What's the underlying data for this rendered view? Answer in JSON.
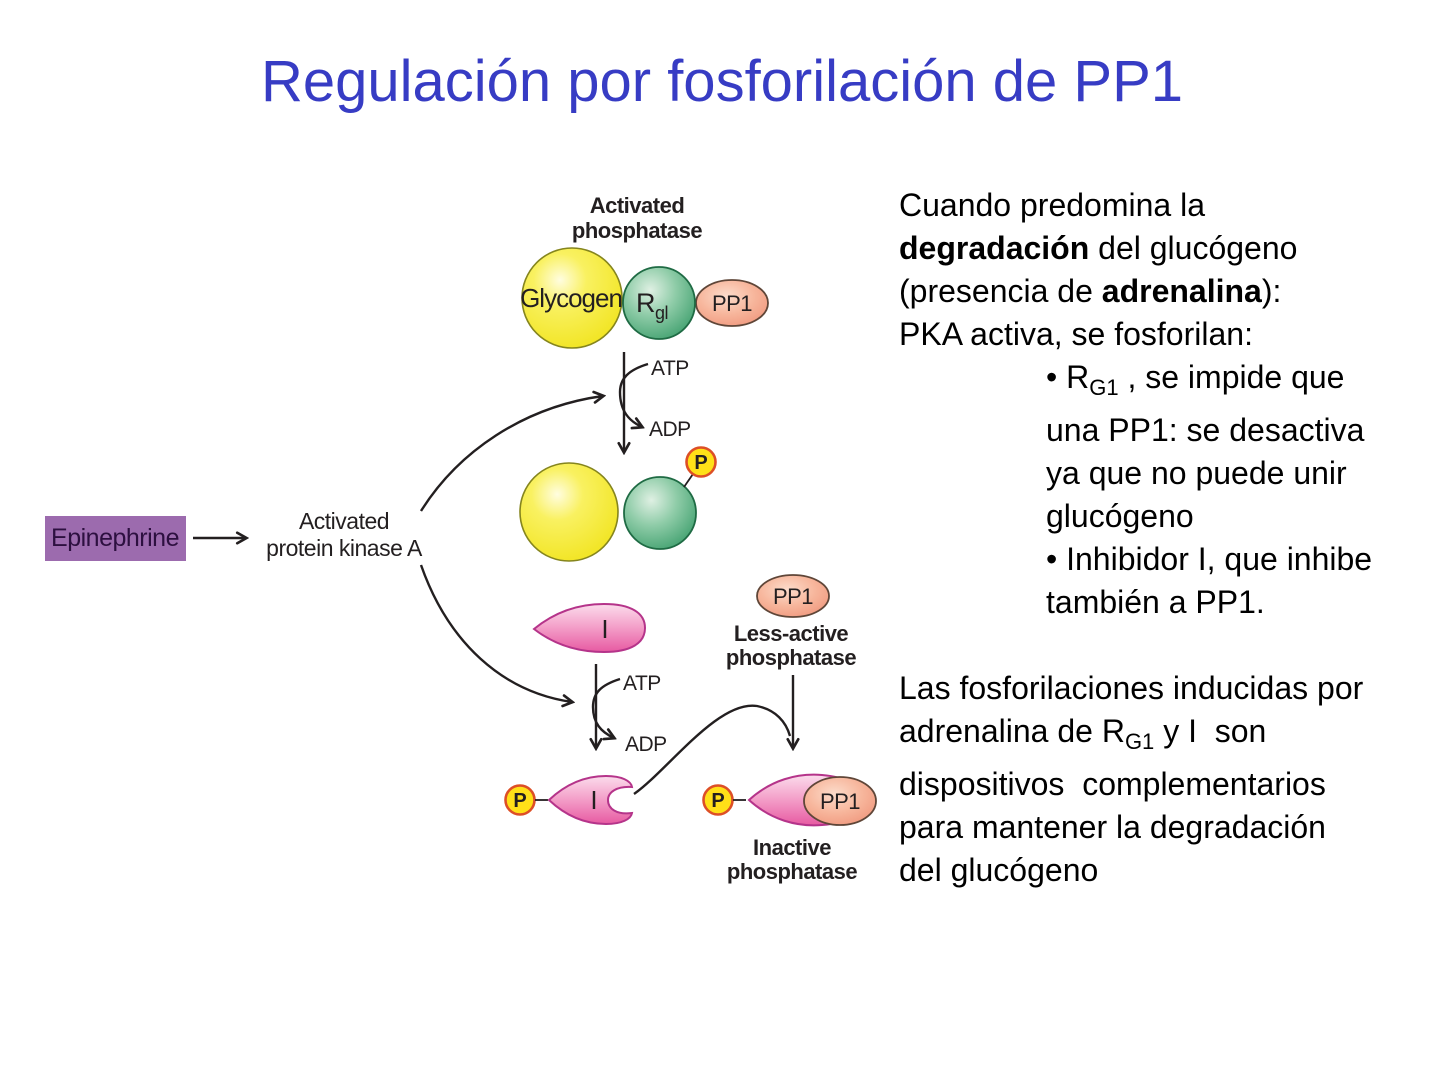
{
  "slide": {
    "title": "Regulación por fosforilación de PP1"
  },
  "diagram": {
    "activated_phosphatase": {
      "l1": "Activated",
      "l2": "phosphatase"
    },
    "glycogen": "Glycogen",
    "r_base": "R",
    "r_sub": "gl",
    "pp1": "PP1",
    "atp": "ATP",
    "adp": "ADP",
    "p": "P",
    "i": "I",
    "epinephrine": "Epinephrine",
    "kinase": {
      "l1": "Activated",
      "l2": "protein kinase A"
    },
    "less_active": {
      "l1": "Less-active",
      "l2": "phosphatase"
    },
    "inactive": {
      "l1": "Inactive",
      "l2": "phosphatase"
    },
    "colors": {
      "title_blue": "#373CC4",
      "glycogen_yellow": "#F1E41F",
      "rgl_green": "#3D9E6C",
      "pp1_salmon": "#F4AE94",
      "inhibitor_pink": "#E75AA2",
      "phosphate_yellow": "#FFE018",
      "phosphate_ring": "#DD4F26",
      "epinephrine_purple": "#9C6BAE",
      "line_black": "#231F20"
    }
  },
  "right_text": {
    "p1_l1": "Cuando predomina la",
    "p1_l2_b": "degradación",
    "p1_l2_r": " del glucógeno",
    "p1_l3_a": "(presencia de ",
    "p1_l3_b": "adrenalina",
    "p1_l3_c": "):",
    "p1_l4": "PKA activa, se fosforilan:",
    "b1_l1_a": "• R",
    "b1_l1_sub": "G1",
    "b1_l1_c": " , se impide que",
    "b1_l2": "una PP1: se desactiva",
    "b1_l3": "ya que no puede unir",
    "b1_l4": "glucógeno",
    "b2_l1": "• Inhibidor I, que inhibe",
    "b2_l2": "también a PP1.",
    "p2_l1": "Las fosforilaciones inducidas por",
    "p2_l2_a": "adrenalina de R",
    "p2_l2_sub": "G1",
    "p2_l2_c": " y I  son",
    "p2_l3": "dispositivos  complementarios",
    "p2_l4": "para mantener la degradación",
    "p2_l5": "del glucógeno"
  }
}
